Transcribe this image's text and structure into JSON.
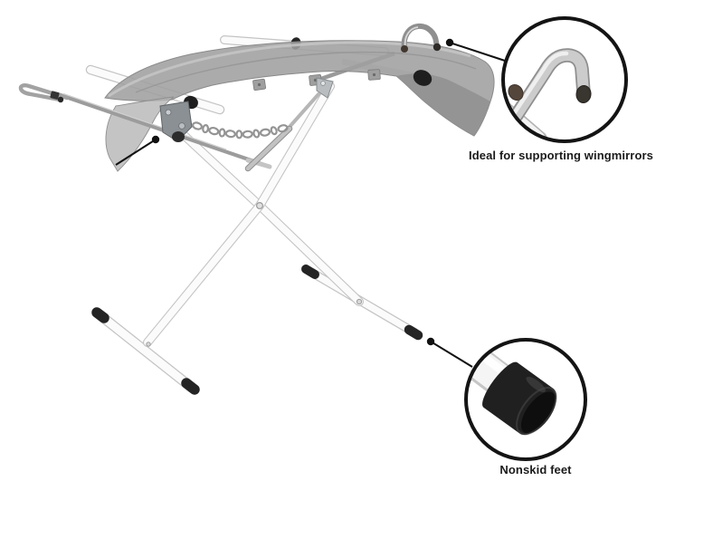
{
  "callouts": {
    "wingmirror_hook": {
      "label": "Ideal for supporting wingmirrors",
      "icon": "hook-detail-zoom"
    },
    "nonskid_feet": {
      "label": "Nonskid feet",
      "icon": "foot-detail-zoom"
    }
  },
  "colors": {
    "background": "#ffffff",
    "bumper": "#a9a9a9",
    "bumper_shadow": "#8f8f8f",
    "tube_white": "#fbfbfb",
    "tube_outline": "#c4c4c4",
    "foot_cap_black": "#242424",
    "metal_gray": "#9e9e9e",
    "callout_ring": "#141414",
    "hook_cap_brown": "#55463c",
    "label_text": "#1b1b1b"
  }
}
